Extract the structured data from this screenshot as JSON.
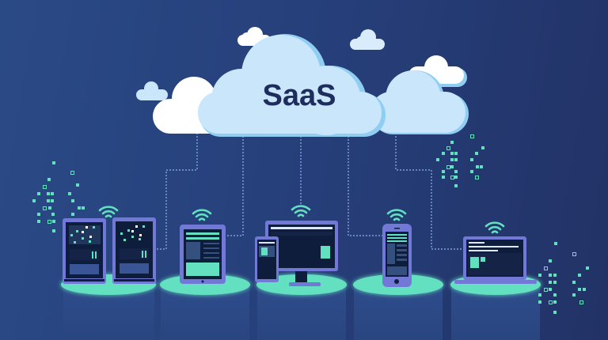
{
  "diagram": {
    "title": "SaaS",
    "colors": {
      "background_left": "#2a4a86",
      "background_right": "#223266",
      "cloud_main": "#c9e6fb",
      "cloud_shadow": "#8fcdf3",
      "cloud_white": "#ffffff",
      "title_text": "#1f2d5e",
      "device_frame": "#7278d6",
      "device_screen": "#0f1d3d",
      "accent_teal": "#62e0c0",
      "pedestal": "#2d4a87",
      "dashed_line": "#8fb5e8"
    },
    "nodes": [
      {
        "id": "cloud",
        "label": "SaaS",
        "type": "cloud"
      },
      {
        "id": "servers",
        "type": "server-rack",
        "count": 2,
        "wifi": true
      },
      {
        "id": "tablet",
        "type": "tablet",
        "wifi": true
      },
      {
        "id": "desktop",
        "type": "desktop-monitor-with-phone",
        "wifi": true
      },
      {
        "id": "smartphone",
        "type": "smartphone",
        "wifi": true
      },
      {
        "id": "laptop",
        "type": "laptop",
        "wifi": true
      }
    ],
    "edges": [
      {
        "from": "cloud",
        "to": "servers",
        "style": "dashed"
      },
      {
        "from": "cloud",
        "to": "tablet",
        "style": "dashed"
      },
      {
        "from": "cloud",
        "to": "desktop",
        "style": "dashed"
      },
      {
        "from": "cloud",
        "to": "smartphone",
        "style": "dashed"
      },
      {
        "from": "cloud",
        "to": "laptop",
        "style": "dashed"
      }
    ]
  }
}
